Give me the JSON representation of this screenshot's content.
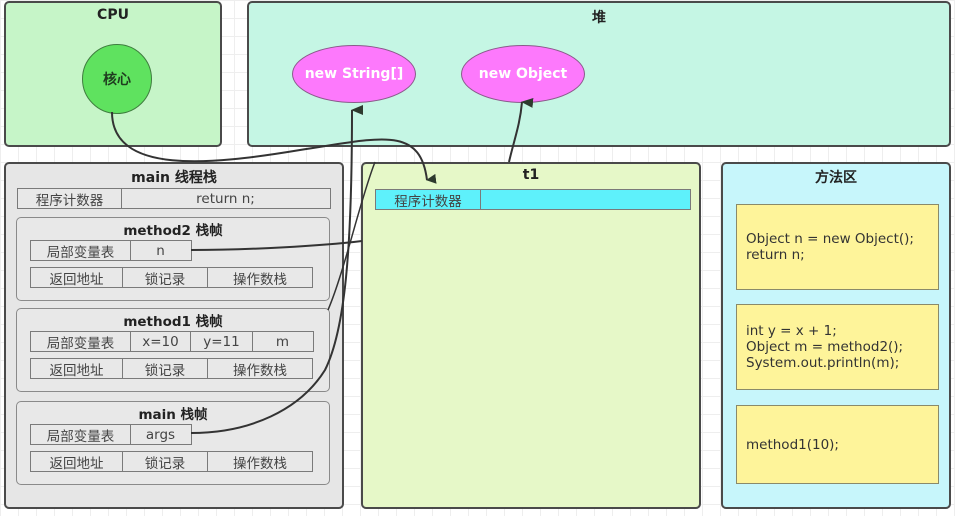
{
  "cpu": {
    "title": "CPU",
    "core_label": "核心"
  },
  "heap": {
    "title": "堆",
    "objects": [
      "new String[]",
      "new Object"
    ]
  },
  "main_stack": {
    "title": "main 线程栈",
    "pc_label": "程序计数器",
    "pc_value": "return n;",
    "frames": [
      {
        "title": "method2 栈帧",
        "locals_label": "局部变量表",
        "locals": [
          "n"
        ],
        "bottom": [
          "返回地址",
          "锁记录",
          "操作数栈"
        ]
      },
      {
        "title": "method1 栈帧",
        "locals_label": "局部变量表",
        "locals": [
          "x=10",
          "y=11",
          "m"
        ],
        "bottom": [
          "返回地址",
          "锁记录",
          "操作数栈"
        ]
      },
      {
        "title": "main 栈帧",
        "locals_label": "局部变量表",
        "locals": [
          "args"
        ],
        "bottom": [
          "返回地址",
          "锁记录",
          "操作数栈"
        ]
      }
    ]
  },
  "t1": {
    "title": "t1",
    "pc_label": "程序计数器",
    "pc_value": ""
  },
  "method_area": {
    "title": "方法区",
    "blocks": [
      {
        "lines": [
          "Object n = new Object();",
          "return n;"
        ]
      },
      {
        "lines": [
          "int y = x + 1;",
          "Object m = method2();",
          "System.out.println(m);"
        ]
      },
      {
        "lines": [
          "method1(10);"
        ]
      }
    ]
  },
  "colors": {
    "cpu_bg": "#c6f5c8",
    "core": "#5fe25f",
    "heap_bg": "#c5f6e4",
    "object": "#fd79fc",
    "stack_bg": "#e6e6e6",
    "t1_bg": "#e6f8c8",
    "t1_pc": "#5ef1fb",
    "method_area_bg": "#c7f6fb",
    "code_block": "#fef49a"
  }
}
